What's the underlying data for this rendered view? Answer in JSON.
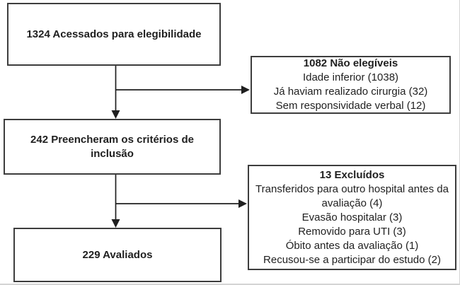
{
  "diagram": {
    "assessed": {
      "label": "1324 Acessados para elegibilidade"
    },
    "not_eligible": {
      "title": "1082 Não elegíveis",
      "items": [
        "Idade inferior (1038)",
        "Já haviam realizado cirurgia (32)",
        "Sem responsividade verbal (12)"
      ]
    },
    "met_criteria": {
      "label": "242 Preencheram os critérios de inclusão"
    },
    "excluded": {
      "title": "13 Excluídos",
      "items": [
        "Transferidos para outro hospital antes da avaliação (4)",
        "Evasão hospitalar (3)",
        "Removido para UTI (3)",
        "Óbito antes da avaliação (1)",
        "Recusou-se a participar do estudo (2)"
      ]
    },
    "evaluated": {
      "label": "229 Avaliados"
    },
    "colors": {
      "box_border": "#3d3d3d",
      "text": "#1f1f1f",
      "connector": "#1f1f1f",
      "page_edge": "#d4d4d4",
      "background": "#ffffff"
    }
  }
}
